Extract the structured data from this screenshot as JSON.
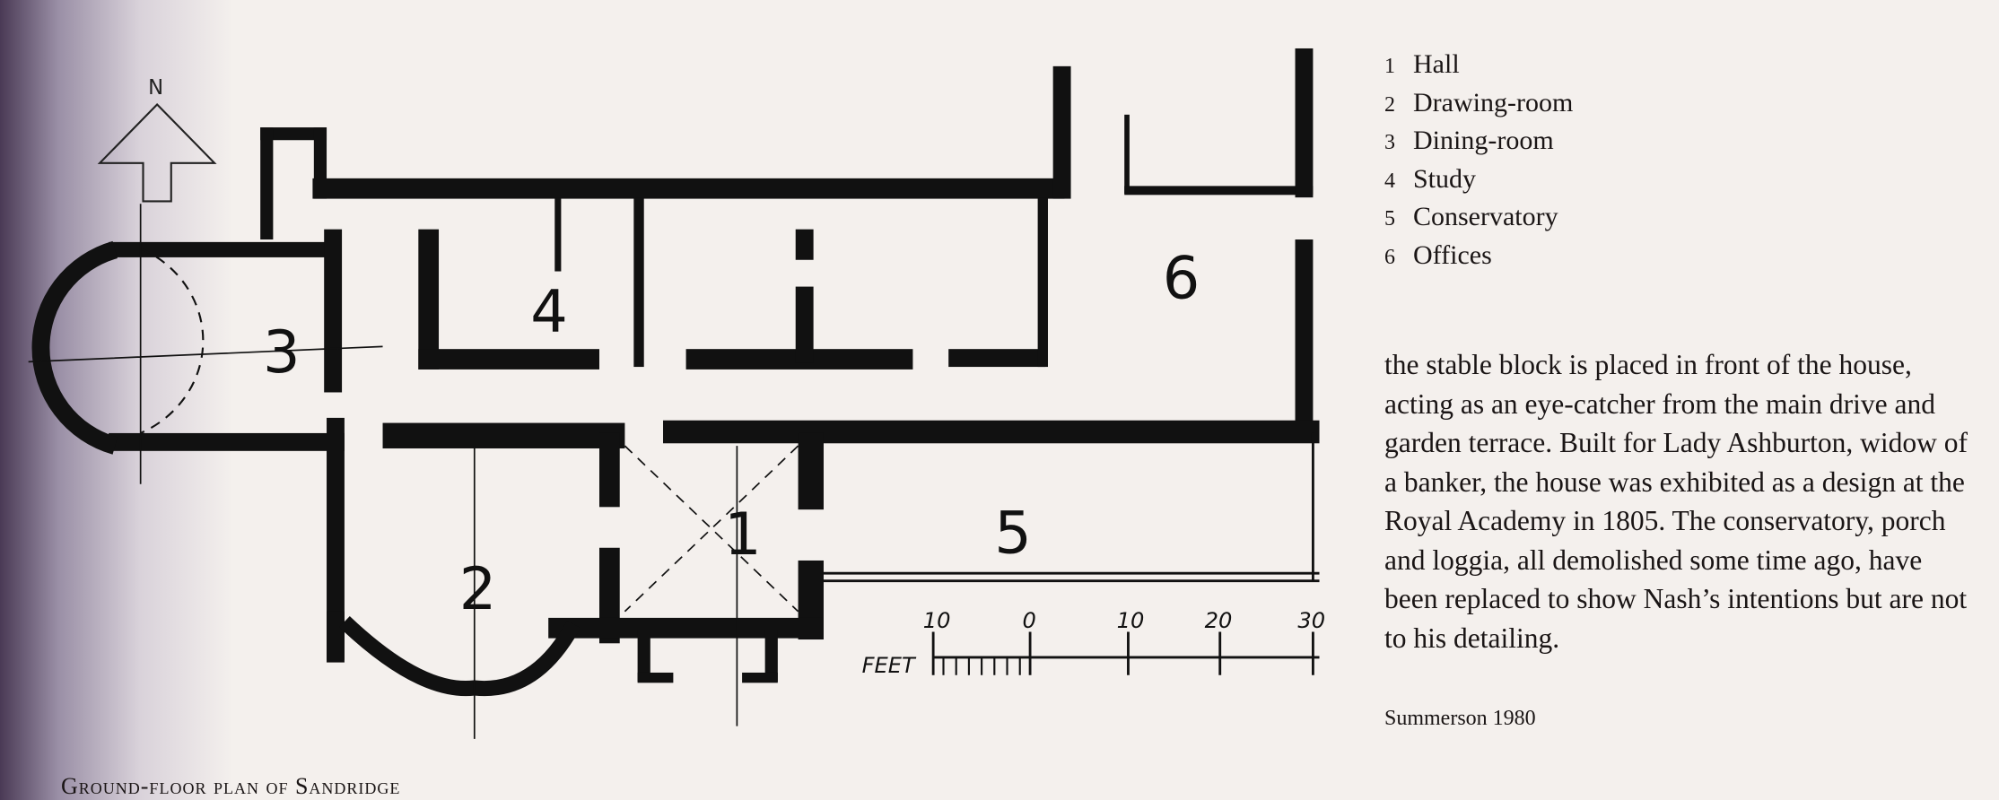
{
  "legend": [
    {
      "num": "1",
      "label": "Hall"
    },
    {
      "num": "2",
      "label": "Drawing-room"
    },
    {
      "num": "3",
      "label": "Dining-room"
    },
    {
      "num": "4",
      "label": "Study"
    },
    {
      "num": "5",
      "label": "Conservatory"
    },
    {
      "num": "6",
      "label": "Offices"
    }
  ],
  "paragraph": "the stable block is placed in front of the house, acting as an eye-catcher from the main drive and garden terrace. Built for Lady Ashburton, widow of a banker, the house was exhibited as a design at the Royal Academy in 1805. The conservatory, porch and loggia, all demolished some time ago, have been replaced to show Nash’s intentions but are not to his detailing.",
  "citation": "Summerson 1980",
  "caption": "Ground-floor plan of Sandridge",
  "plan": {
    "north_label": "N",
    "room_numbers": [
      "1",
      "2",
      "3",
      "4",
      "5",
      "6"
    ],
    "scale": {
      "unit": "FEET",
      "ticks": [
        "10",
        "0",
        "10",
        "20",
        "30"
      ]
    }
  }
}
